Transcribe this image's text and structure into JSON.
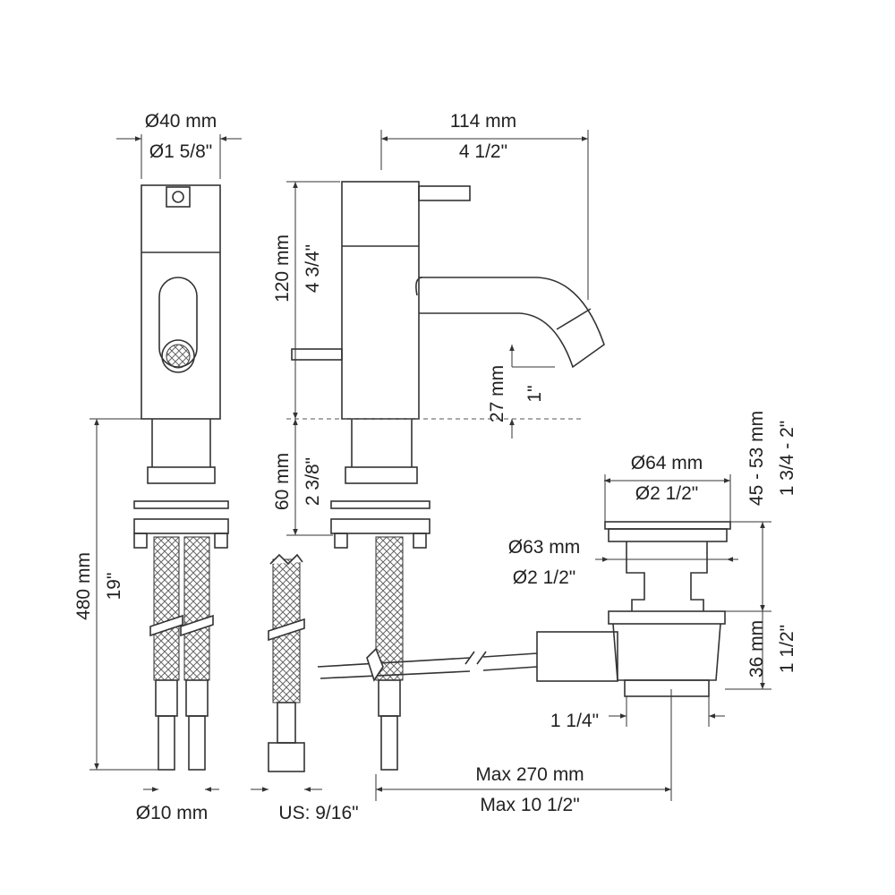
{
  "dimensions": {
    "dia40_mm": "Ø40 mm",
    "dia40_in": "Ø1 5/8\"",
    "w114_mm": "114 mm",
    "w114_in": "4 1/2\"",
    "h120_mm": "120 mm",
    "h120_in": "4 3/4\"",
    "h27_mm": "27 mm",
    "h27_in": "1\"",
    "h60_mm": "60 mm",
    "h60_in": "2 3/8\"",
    "l480_mm": "480 mm",
    "l480_in": "19\"",
    "r45_mm": "45 - 53 mm",
    "r45_in": "1 3/4 - 2\"",
    "dia64_mm": "Ø64 mm",
    "dia64_in": "Ø2 1/2\"",
    "dia63_mm": "Ø63 mm",
    "dia63_in": "Ø2 1/2\"",
    "h36_mm": "36 mm",
    "h36_in": "1 1/2\"",
    "thread": "1 1/4\"",
    "max270_mm": "Max 270 mm",
    "max270_in": "Max 10 1/2\"",
    "dia10": "Ø10 mm",
    "us": "US: 9/16\""
  }
}
